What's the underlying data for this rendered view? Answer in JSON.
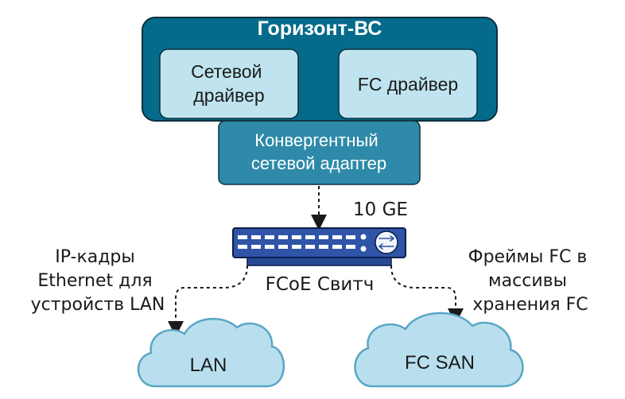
{
  "system": {
    "title": "Горизонт-ВС",
    "network_driver": [
      "Сетевой",
      "драйвер"
    ],
    "fc_driver": "FC драйвер"
  },
  "adapter": {
    "lines": [
      "Конвергентный",
      "сетевой адаптер"
    ]
  },
  "link_speed": "10 GE",
  "switch": {
    "label": "FCoE Свитч",
    "icon": "network-switch-icon"
  },
  "annotations": {
    "left": [
      "IP-кадры",
      "Ethernet для",
      "устройств LAN"
    ],
    "right": [
      "Фреймы FC в",
      "массивы",
      "хранения FC"
    ]
  },
  "clouds": {
    "lan": "LAN",
    "fc_san": "FC SAN"
  },
  "colors": {
    "system_box": "#066b8a",
    "driver_box": "#bfe4ef",
    "adapter_box": "#2e8aa8",
    "switch_body": "#2f54a8",
    "cloud_fill": "#b9dfee",
    "cloud_stroke": "#5aa6c6"
  }
}
